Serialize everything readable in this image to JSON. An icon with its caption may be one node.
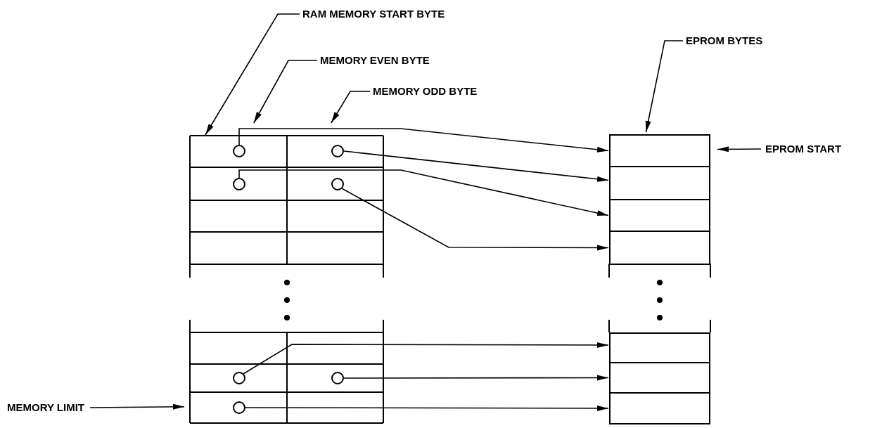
{
  "diagram": {
    "nodes": [
      {
        "text": [
          "RAM MEMORY START BYTE"
        ]
      },
      {
        "text": [
          "MEMORY EVEN BYTE"
        ]
      },
      {
        "text": [
          "MEMORY ODD BYTE"
        ]
      },
      {
        "text": [
          "EPROM BYTES"
        ]
      },
      {
        "text": [
          "EPROM START"
        ]
      },
      {
        "text": [
          "MEMORY LIMIT"
        ]
      },
      {
        "text": [],
        "shape": "box"
      },
      {
        "text": [],
        "shape": "box"
      },
      {
        "text": [],
        "shape": "circle",
        "in": 6
      },
      {
        "text": [],
        "shape": "circle",
        "in": 6
      },
      {
        "text": [],
        "shape": "circle",
        "in": 6
      },
      {
        "text": [],
        "shape": "circle",
        "in": 6
      },
      {
        "text": [],
        "shape": "circle",
        "in": 6
      },
      {
        "text": [],
        "shape": "circle",
        "in": 6
      },
      {
        "text": [],
        "shape": "circle",
        "in": 6
      },
      {
        "text": [],
        "shape": "box",
        "in": 7
      },
      {
        "text": [],
        "shape": "box",
        "in": 7
      },
      {
        "text": [],
        "shape": "box",
        "in": 7
      },
      {
        "text": [],
        "shape": "box",
        "in": 7
      },
      {
        "text": [],
        "shape": "box",
        "in": 7
      },
      {
        "text": [],
        "shape": "box",
        "in": 7
      },
      {
        "text": [],
        "shape": "box",
        "in": 7
      }
    ],
    "edges": [
      {
        "from": 0,
        "to": 6,
        "arrow": "to"
      },
      {
        "from": 1,
        "to": 6,
        "arrow": "to"
      },
      {
        "from": 2,
        "to": 6,
        "arrow": "to"
      },
      {
        "from": 3,
        "to": 7,
        "arrow": "to"
      },
      {
        "from": 4,
        "to": 15,
        "arrow": "to"
      },
      {
        "from": 5,
        "to": 6,
        "arrow": "to"
      },
      {
        "from": 8,
        "to": 15,
        "arrow": "to"
      },
      {
        "from": 9,
        "to": 16,
        "arrow": "to"
      },
      {
        "from": 10,
        "to": 17,
        "arrow": "to"
      },
      {
        "from": 11,
        "to": 18,
        "arrow": "to"
      },
      {
        "from": 12,
        "to": 19,
        "arrow": "to"
      },
      {
        "from": 13,
        "to": 20,
        "arrow": "to"
      },
      {
        "from": 14,
        "to": 21,
        "arrow": "to"
      }
    ]
  }
}
